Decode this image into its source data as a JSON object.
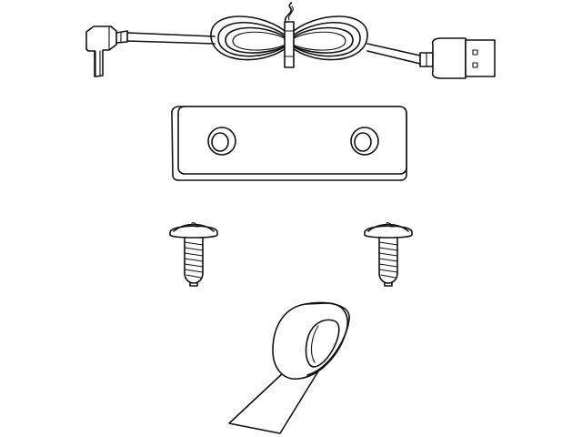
{
  "figure": {
    "title": "",
    "parts": [
      {
        "id": "usb-cable",
        "icon": "usb-cable-icon"
      },
      {
        "id": "mounting-bar",
        "icon": "mounting-bracket-icon"
      },
      {
        "id": "screw-left",
        "icon": "screw-icon"
      },
      {
        "id": "screw-right",
        "icon": "screw-icon"
      },
      {
        "id": "adhesive-tape",
        "icon": "tape-roll-icon"
      }
    ],
    "line_color": "#111111",
    "background_color": "#ffffff"
  }
}
